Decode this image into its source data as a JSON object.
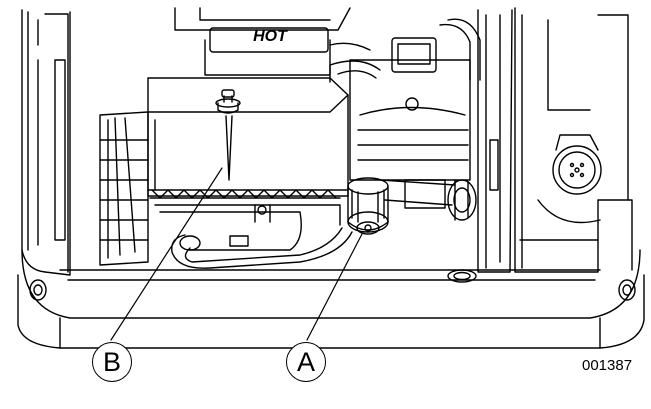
{
  "labels": {
    "hot_warning": "HOT",
    "callout_a": "A",
    "callout_b": "B",
    "figure_number": "001387"
  },
  "colors": {
    "line": "#000000",
    "background": "#ffffff"
  }
}
